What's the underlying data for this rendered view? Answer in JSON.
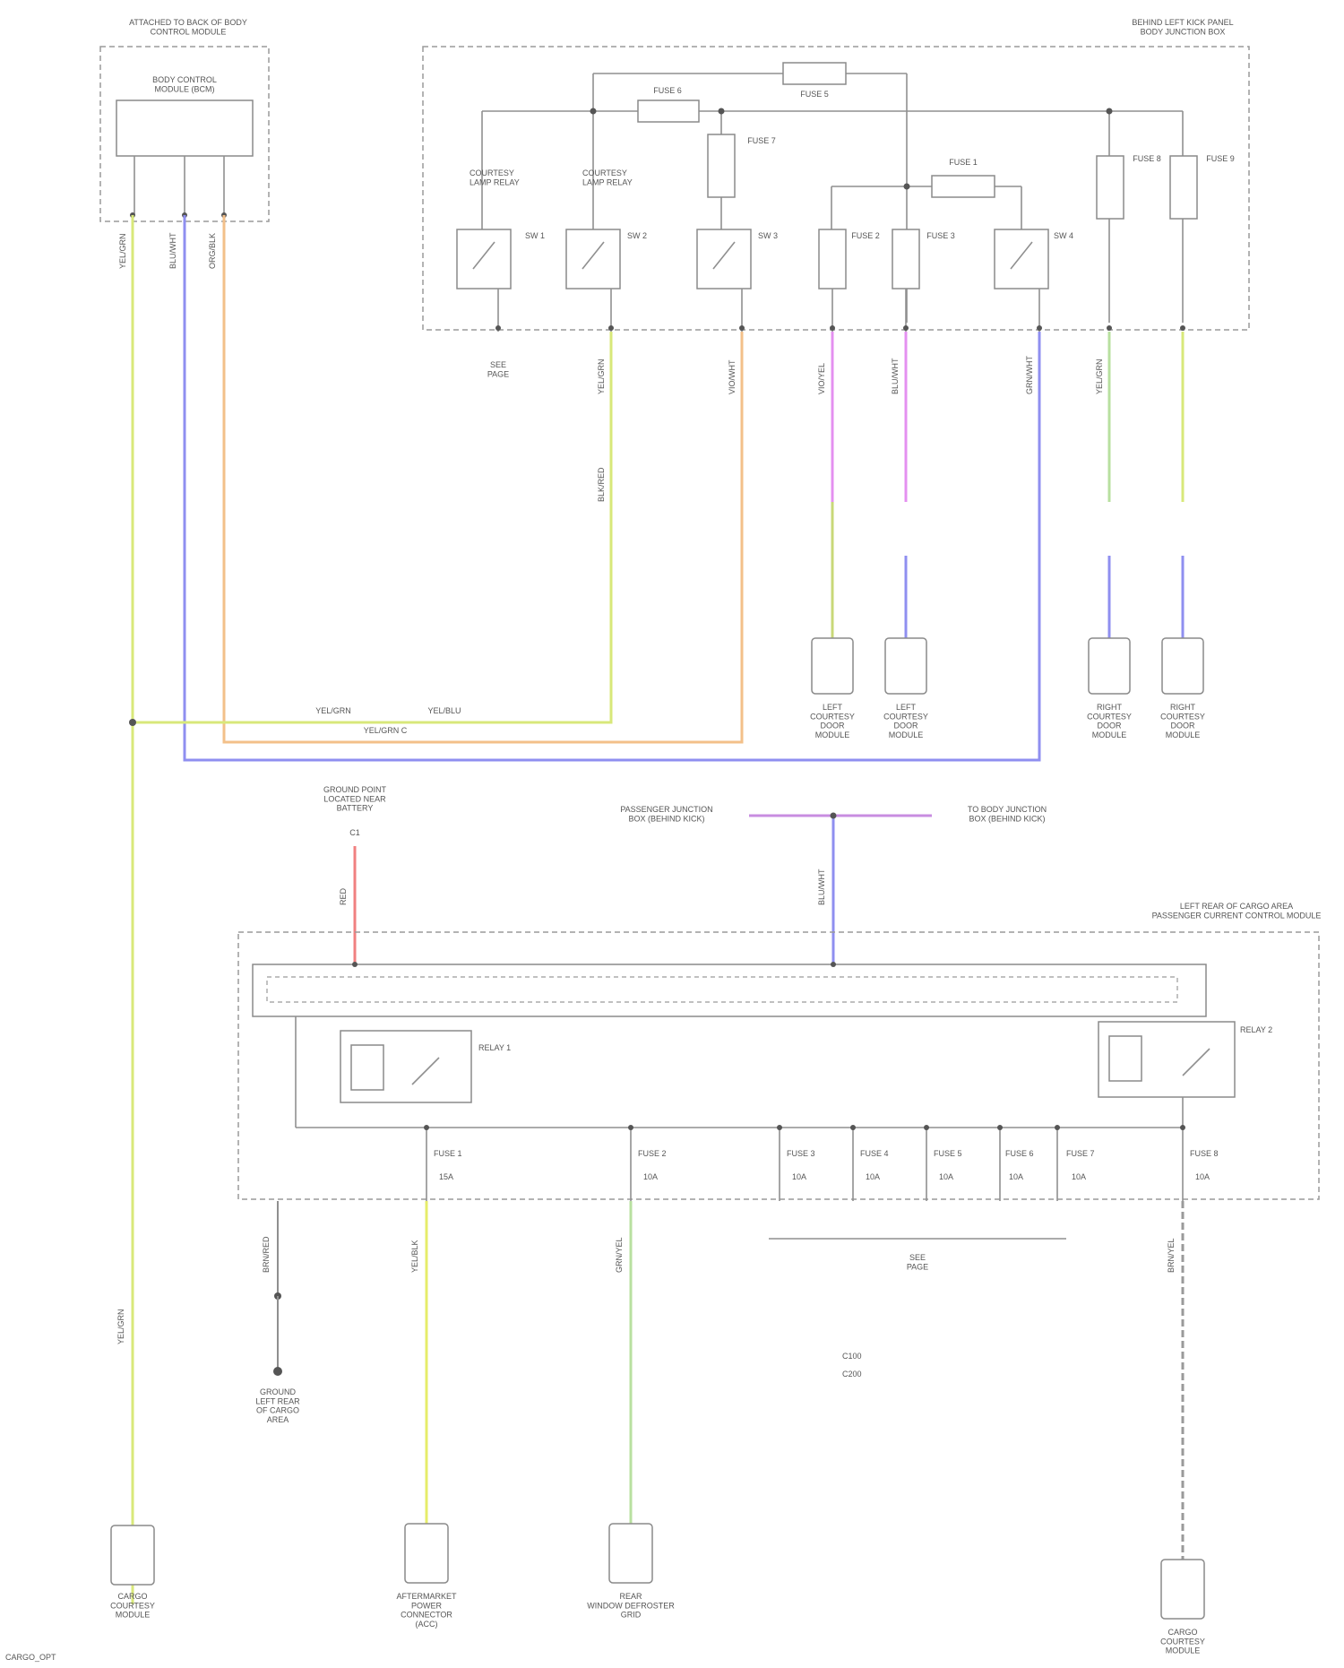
{
  "title": "",
  "top_left": {
    "location": "ATTACHED TO BACK OF BODY\nCONTROL MODULE",
    "module": "BODY CONTROL\nMODULE (BCM)"
  },
  "top_right": {
    "location": "BEHIND LEFT KICK PANEL\nBODY JUNCTION BOX",
    "fuses": [
      "FUSE 5",
      "FUSE 6",
      "FUSE 7",
      "FUSE 1",
      "FUSE 8",
      "FUSE 9",
      "FUSE 2",
      "FUSE 3"
    ],
    "relays": [
      "COURTESY\nLAMP RELAY",
      "COURTESY\nLAMP RELAY"
    ],
    "switches": [
      "SW 1",
      "SW 2",
      "SW 3",
      "SW 4"
    ],
    "splice": "SEE\nPAGE"
  },
  "components_upper": [
    "LEFT\nCOURTESY\nDOOR\nMODULE",
    "LEFT\nCOURTESY\nDOOR\nMODULE",
    "RIGHT\nCOURTESY\nDOOR\nMODULE",
    "RIGHT\nCOURTESY\nDOOR\nMODULE"
  ],
  "middle": {
    "left_source": "GROUND POINT\nLOCATED NEAR\nBATTERY",
    "left_conn": "C1",
    "mid_left": "PASSENGER JUNCTION\nBOX (BEHIND KICK)",
    "mid_right": "TO BODY JUNCTION\nBOX (BEHIND KICK)",
    "lower_box_location": "LEFT REAR OF CARGO AREA\nPASSENGER CURRENT CONTROL MODULE",
    "relays": [
      "RELAY 1",
      "RELAY 2"
    ],
    "fuses": [
      "FUSE 1",
      "FUSE 2",
      "FUSE 3",
      "FUSE 4",
      "FUSE 5",
      "FUSE 6",
      "FUSE 7",
      "FUSE 8"
    ],
    "fuse_ratings": [
      "15A",
      "10A",
      "10A",
      "10A",
      "10A",
      "10A",
      "10A",
      "10A"
    ],
    "splice_bus": "SEE\nPAGE",
    "legend": [
      "C100",
      "C200"
    ]
  },
  "wires": {
    "bcm": [
      "YEL/GRN",
      "BLU/WHT",
      "ORG/BLK"
    ],
    "fuse_outputs": [
      "YEL/GRN",
      "BLK/RED",
      "VIO/WHT",
      "VIO/YEL",
      "BLU/WHT",
      "GRN/WHT",
      "YEL/GRN"
    ],
    "bus_left": "YEL/GRN",
    "bus_right": "YEL/BLU",
    "bus_text": "YEL/GRN  C",
    "vertical_mid": "BLU/WHT",
    "red": "RED",
    "lower": [
      "BRN/RED",
      "YEL/BLK",
      "GRN/YEL",
      "BRN/YEL",
      "YEL/GRN"
    ]
  },
  "components_lower": [
    "CARGO\nCOURTESY\nMODULE",
    "GROUND\nLEFT REAR\nOF CARGO\nAREA",
    "AFTERMARKET\nPOWER\nCONNECTOR\n(ACC)",
    "REAR\nWINDOW DEFROSTER\nGRID",
    "CARGO\nCOURTESY\nMODULE"
  ],
  "footer": "CARGO_OPT"
}
